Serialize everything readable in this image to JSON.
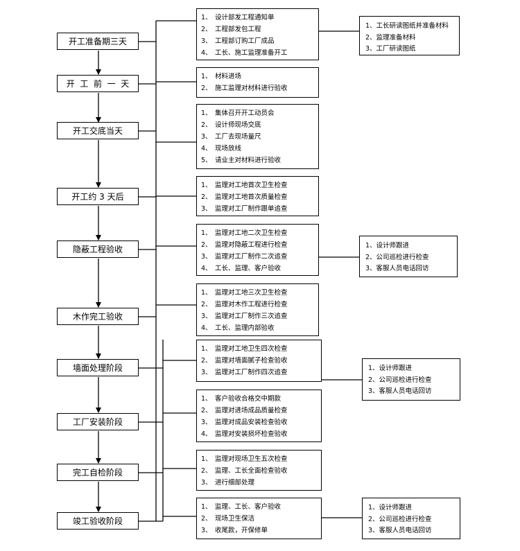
{
  "stages": [
    "开工准备期三天",
    "开  工  前  一  天",
    "开工交底当天",
    "开工约 3 天后",
    "隐蔽工程验收",
    "木作完工验收",
    "墙面处理阶段",
    "工厂安装阶段",
    "完工自检阶段",
    "竣工验收阶段"
  ],
  "task_boxes": [
    {
      "items": [
        [
          "1、",
          "设计部发工程通知单"
        ],
        [
          "2、",
          "工程部发包工程"
        ],
        [
          "3、",
          "工程部订购工厂成品"
        ],
        [
          "4、",
          "工长、施工监理准备开工"
        ]
      ]
    },
    {
      "items": [
        [
          "1、",
          "材料进场"
        ],
        [
          "2、",
          "施工监理对材料进行验收"
        ]
      ]
    },
    {
      "items": [
        [
          "1、",
          "集体召开开工动员会"
        ],
        [
          "2、",
          "设计师现场交底"
        ],
        [
          "3、",
          "工厂去现场量尺"
        ],
        [
          "4、",
          "现场放线"
        ],
        [
          "5、",
          "请业主对材料进行验收"
        ]
      ]
    },
    {
      "items": [
        [
          "1、",
          "监理对工地首次卫生检查"
        ],
        [
          "2、",
          "监理对工地首次质量检查"
        ],
        [
          "3、",
          "监理对工厂制作跟单追查"
        ]
      ]
    },
    {
      "items": [
        [
          "1、",
          "监理对工地二次卫生检查"
        ],
        [
          "2、",
          "监理对隐蔽工程进行检查"
        ],
        [
          "3、",
          "监理对工厂制作二次追查"
        ],
        [
          "4、",
          "工长、监理、客户验收"
        ]
      ]
    },
    {
      "items": [
        [
          "1、",
          "监理对工地三次卫生检查"
        ],
        [
          "2、",
          "监理对木作工程进行检查"
        ],
        [
          "3、",
          "监理对工厂制作三次追查"
        ],
        [
          "4、",
          "工长、监理内部验收"
        ]
      ]
    },
    {
      "items": [
        [
          "1、",
          "监理对工地卫生四次检查"
        ],
        [
          "2、",
          "监理对墙面腻子检查验收"
        ],
        [
          "3、",
          "监理对工厂制作四次追查"
        ]
      ]
    },
    {
      "items": [
        [
          "1、",
          "客户验收合格交中期款"
        ],
        [
          "2、",
          "监理对进场成品质量检查"
        ],
        [
          "3、",
          "监理对成品安装检查验收"
        ],
        [
          "4、",
          "监理对安装损坏检查验收"
        ]
      ]
    },
    {
      "items": [
        [
          "1、",
          "监理对现场卫生五次检查"
        ],
        [
          "2、",
          "监理、工长全面检查验收"
        ],
        [
          "3、",
          "进行细部处理"
        ]
      ]
    },
    {
      "items": [
        [
          "1、",
          "监理、工长、客户验收"
        ],
        [
          "2、",
          "现场卫生保洁"
        ],
        [
          "3、",
          "收尾款，开保修单"
        ]
      ]
    }
  ],
  "side_boxes": [
    {
      "items": [
        "1、工长研读图纸并准备材料",
        "2、监理准备材料",
        "3、工厂研读图纸"
      ]
    },
    {
      "items": [
        "1、设计师跟进",
        "2、公司巡检进行检查",
        "3、客服人员电话回访"
      ]
    },
    {
      "items": [
        "1、设计师跟进",
        "2、公司巡检进行检查",
        "3、客服人员电话回访"
      ]
    },
    {
      "items": [
        "1、设计师跟进",
        "2、公司巡检进行检查",
        "3、客服人员电话回访"
      ]
    }
  ]
}
